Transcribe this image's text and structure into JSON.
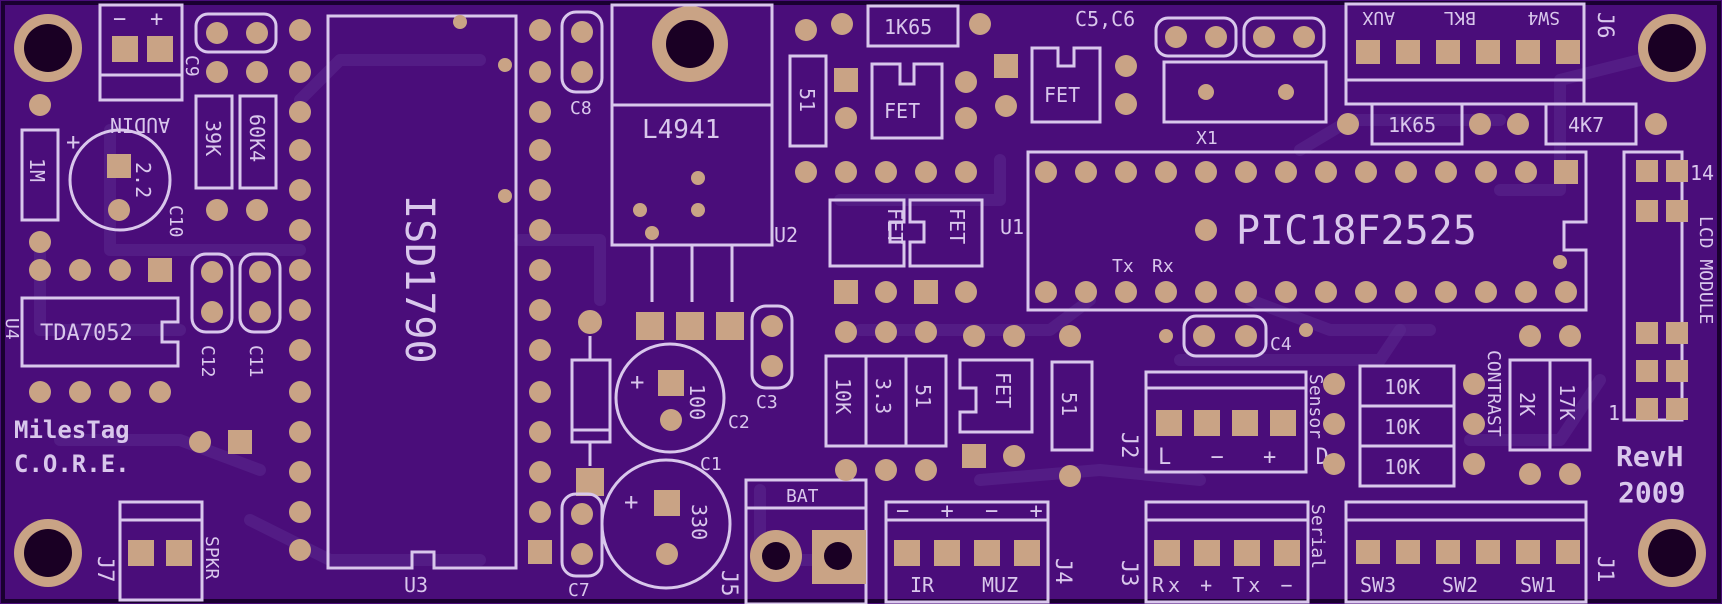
{
  "board": {
    "title_line1": "MilesTag",
    "title_line2": "C.O.R.E.",
    "revision": "RevH",
    "year": "2009",
    "colors": {
      "board": "#4a0d7a",
      "silk": "#d9c7ec",
      "pad": "#c9a385",
      "hole": "#1a0024"
    }
  },
  "components": {
    "ic_u3": "ISD1790",
    "ic_u1": "PIC18F2525",
    "ic_u4": "TDA7052",
    "reg_u2": "L4941",
    "u1": "U1",
    "u2": "U2",
    "u3": "U3",
    "u4": "U4",
    "r_1k65_top": "1K65",
    "r_1k65_mid": "1K65",
    "r_4k7": "4K7",
    "r_51_top": "51",
    "r_39k": "39K",
    "r_60k4": "60K4",
    "r_1m": "1M",
    "r_10k_a": "10K",
    "r_3v3": "3.3",
    "r_51_b": "51",
    "r_51_c": "51",
    "r_10k_b": "10K",
    "r_10k_c": "10K",
    "r_10k_d": "10K",
    "r_2k": "2K",
    "r_17k": "17K",
    "cap_c10_val": "2.2",
    "cap_c2_val": "100",
    "cap_c1_val": "330",
    "fet": "FET",
    "c1": "C1",
    "c2": "C2",
    "c3": "C3",
    "c4": "C4",
    "c7": "C7",
    "c8": "C8",
    "c9": "C9",
    "c10": "C10",
    "c11": "C11",
    "c12": "C12",
    "c5c6": "C5,C6",
    "x1": "X1",
    "tx": "Tx",
    "rx": "Rx"
  },
  "connectors": {
    "j1": "J1",
    "j2": "J2",
    "j3": "J3",
    "j4": "J4",
    "j5": "J5",
    "j6": "J6",
    "j7": "J7",
    "audin": "AUDIN",
    "audin_minus": "−",
    "audin_plus": "+",
    "spkr": "SPKR",
    "bat": "BAT",
    "j4_signs": "− + − +",
    "ir": "IR",
    "muz": "MUZ",
    "serial": "Serial",
    "j3_pins": "Rx + Tx −",
    "sensor": "Sensor",
    "j2_pins": "L − + D",
    "contrast": "CONTRAST",
    "lcd_module": "LCD MODULE",
    "lcd_pin14": "14",
    "lcd_pin1": "1",
    "j6_aux": "AUX",
    "j6_bkl": "BKL",
    "j6_sw4": "SW4",
    "sw3": "SW3",
    "sw2": "SW2",
    "sw1": "SW1"
  }
}
